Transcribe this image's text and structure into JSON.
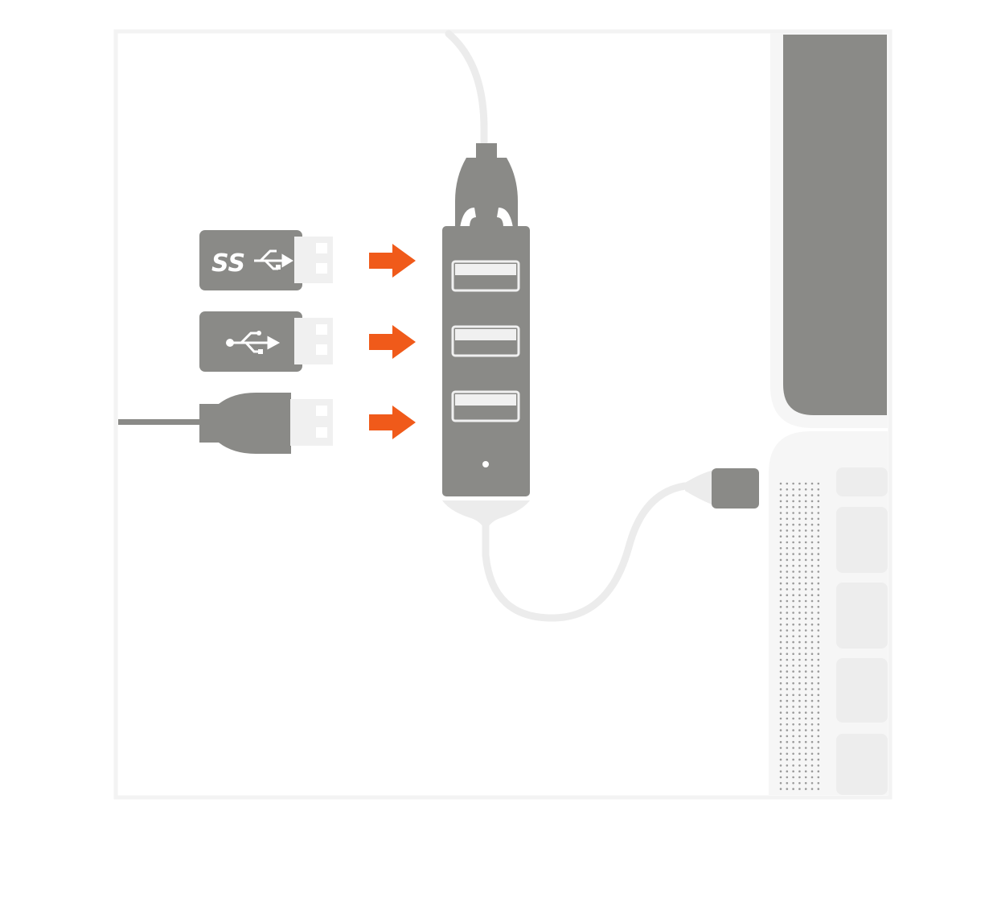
{
  "diagram": {
    "title": "",
    "devices": [
      {
        "id": "usb3-flash-drive",
        "badge_text": "SS",
        "icon": "usb-superspeed-icon"
      },
      {
        "id": "usb2-flash-drive",
        "badge_text": "",
        "icon": "usb-trident-icon"
      },
      {
        "id": "usb-cable-plug",
        "badge_text": "",
        "icon": ""
      }
    ],
    "arrows": [
      {
        "from": "usb3-flash-drive",
        "to": "hub-port-1"
      },
      {
        "from": "usb2-flash-drive",
        "to": "hub-port-2"
      },
      {
        "from": "usb-cable-plug",
        "to": "hub-port-3"
      }
    ],
    "hub": {
      "port_count": 3
    },
    "laptop": {
      "key_rows": 5
    }
  },
  "colors": {
    "device_gray": "#8a8a87",
    "connector_light": "#f0f0f0",
    "arrow_orange": "#f05a1a",
    "cable_light": "#ececec",
    "frame_border": "#f3f3f3",
    "laptop_body": "#f6f6f6",
    "key_fill": "#ededed",
    "speaker_dot": "#9a9a9a"
  }
}
